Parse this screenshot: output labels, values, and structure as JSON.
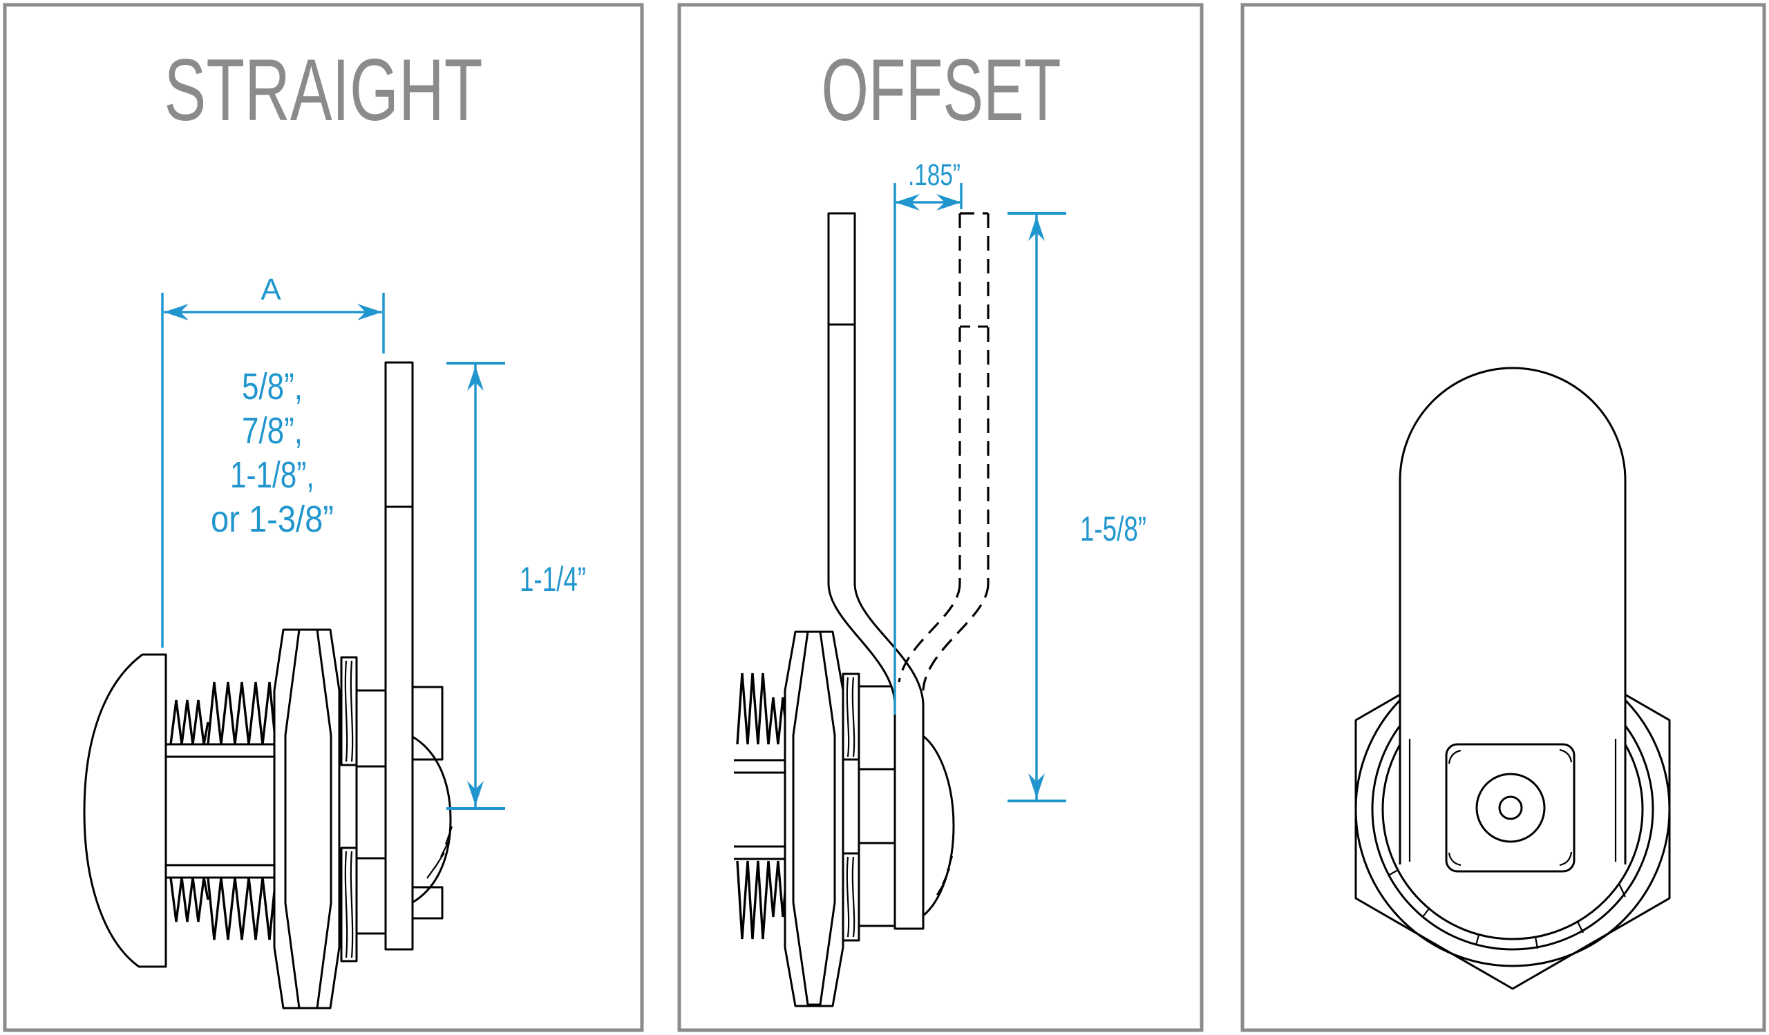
{
  "document_title": "Cam lock dimension drawing",
  "colors": {
    "dimension_blue": "#2196ce",
    "line_black": "#000000",
    "title_gray": "#8b8b8d",
    "background": "#ffffff"
  },
  "panels": {
    "straight": {
      "title": "STRAIGHT",
      "width_dim_label": "A",
      "cam_length_options": [
        "5/8”,",
        "7/8”,",
        "1-1/8”,",
        "or 1-3/8”"
      ],
      "cam_height_dim": "1-1/4”"
    },
    "offset": {
      "title": "OFFSET",
      "offset_dim": ".185”",
      "cam_height_dim": "1-5/8”"
    }
  }
}
